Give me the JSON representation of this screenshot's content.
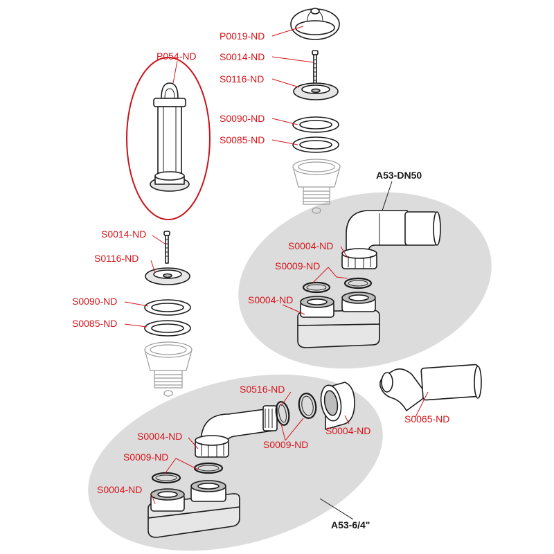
{
  "labels": {
    "p0019": "P0019-ND",
    "s0014_top": "S0014-ND",
    "s0116_top": "S0116-ND",
    "s0090_top": "S0090-ND",
    "s0085_top": "S0085-ND",
    "p054": "P054-ND",
    "s0014_left": "S0014-ND",
    "s0116_left": "S0116-ND",
    "s0090_left": "S0090-ND",
    "s0085_left": "S0085-ND",
    "s0004_r1": "S0004-ND",
    "s0009_r": "S0009-ND",
    "s0004_r2": "S0004-ND",
    "s0516": "S0516-ND",
    "s0004_b1": "S0004-ND",
    "s0009_b1": "S0009-ND",
    "s0009_b2": "S0009-ND",
    "s0004_b2": "S0004-ND",
    "s0004_b3": "S0004-ND",
    "s0065": "S0065-ND"
  },
  "assemblies": {
    "dn50": "A53-DN50",
    "six_four": "A53-6/4\""
  },
  "colors": {
    "label_red": "#d6141a",
    "highlight_oval": "#c8151b",
    "assembly_bg": "#dcdcdc",
    "outline": "#1a1a1a"
  }
}
